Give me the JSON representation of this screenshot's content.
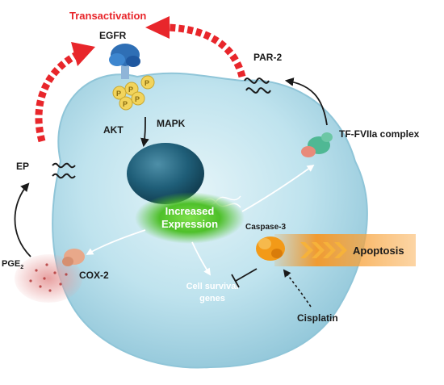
{
  "labels": {
    "transactivation": "Transactivation",
    "egfr": "EGFR",
    "phospho": "P",
    "akt": "AKT",
    "mapk": "MAPK",
    "par2": "PAR-2",
    "tf_fviia": "TF-FVIIa complex",
    "ep": "EP",
    "increased_line1": "Increased",
    "increased_line2": "Expression",
    "caspase3": "Caspase-3",
    "apoptosis": "Apoptosis",
    "pge_base": "PGE",
    "pge_sub": "2",
    "cox2": "COX-2",
    "cell_survival_line1": "Cell survival",
    "cell_survival_line2": "genes",
    "cisplatin": "Cisplatin"
  },
  "colors": {
    "transactivation_red": "#e8262b",
    "cell_fill": "#bfe3ee",
    "cell_edge": "#8fc5d8",
    "nucleus": "#1f5e78",
    "expression_green": "#4ec02a",
    "apoptosis_orange": "#f7941d",
    "text_dark": "#1a1a1a",
    "text_light": "#ffffff"
  }
}
